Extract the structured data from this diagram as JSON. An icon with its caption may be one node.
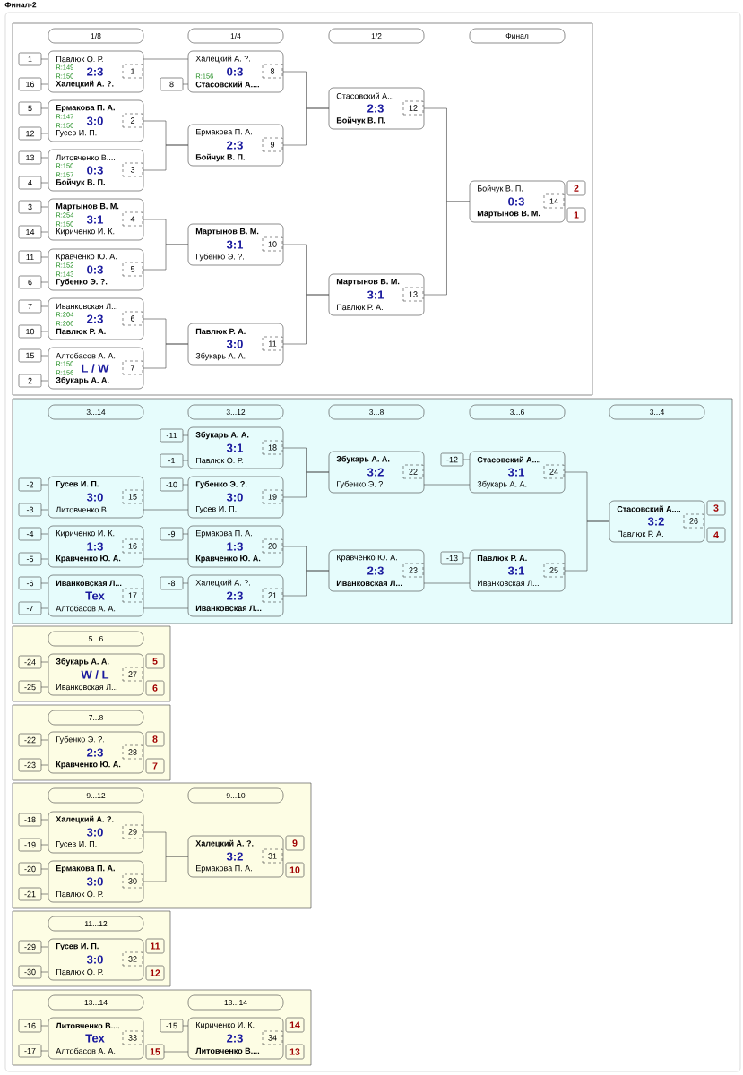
{
  "diagram": {
    "title": "Финал-2",
    "nodes": [
      {
        "text": [],
        "shape": "box"
      },
      {
        "text": [
          "1/8"
        ],
        "in": 0
      },
      {
        "text": [
          "1/4"
        ],
        "in": 0
      },
      {
        "text": [
          "1/2"
        ],
        "in": 0
      },
      {
        "text": [
          "Финал"
        ],
        "in": 0
      },
      {
        "text": [
          "1"
        ],
        "in": 0
      },
      {
        "text": [
          "16"
        ],
        "in": 0
      },
      {
        "text": [
          "Павлюк О. Р.",
          "R:149",
          "R:150",
          "2:3",
          "Халецкий А. ?."
        ],
        "in": 0
      },
      {
        "text": [
          "1"
        ],
        "in": 7
      },
      {
        "text": [
          "5"
        ],
        "in": 0
      },
      {
        "text": [
          "12"
        ],
        "in": 0
      },
      {
        "text": [
          "Ермакова П. А.",
          "R:147",
          "R:150",
          "3:0",
          "Гусев И. П."
        ],
        "in": 0
      },
      {
        "text": [
          "2"
        ],
        "in": 11
      },
      {
        "text": [
          "13"
        ],
        "in": 0
      },
      {
        "text": [
          "4"
        ],
        "in": 0
      },
      {
        "text": [
          "Литовченко В....",
          "R:150",
          "R:157",
          "0:3",
          "Бойчук В. П."
        ],
        "in": 0
      },
      {
        "text": [
          "3"
        ],
        "in": 15
      },
      {
        "text": [
          "3"
        ],
        "in": 0
      },
      {
        "text": [
          "14"
        ],
        "in": 0
      },
      {
        "text": [
          "Мартынов В. М.",
          "R:254",
          "R:150",
          "3:1",
          "Кириченко И. К."
        ],
        "in": 0
      },
      {
        "text": [
          "4"
        ],
        "in": 19
      },
      {
        "text": [
          "11"
        ],
        "in": 0
      },
      {
        "text": [
          "6"
        ],
        "in": 0
      },
      {
        "text": [
          "Кравченко Ю. А.",
          "R:152",
          "R:143",
          "0:3",
          "Губенко Э. ?."
        ],
        "in": 0
      },
      {
        "text": [
          "5"
        ],
        "in": 23
      },
      {
        "text": [
          "7"
        ],
        "in": 0
      },
      {
        "text": [
          "10"
        ],
        "in": 0
      },
      {
        "text": [
          "Иванковская Л...",
          "R:204",
          "R:206",
          "2:3",
          "Павлюк Р. А."
        ],
        "in": 0
      },
      {
        "text": [
          "6"
        ],
        "in": 27
      },
      {
        "text": [
          "15"
        ],
        "in": 0
      },
      {
        "text": [
          "2"
        ],
        "in": 0
      },
      {
        "text": [
          "Алтобасов А. А.",
          "R:150",
          "R:156",
          "L / W",
          "Збукарь А. А."
        ],
        "in": 0
      },
      {
        "text": [
          "7"
        ],
        "in": 31
      },
      {
        "text": [
          "8"
        ],
        "in": 0
      },
      {
        "text": [
          "Халецкий А. ?.",
          "R:156",
          "0:3",
          "Стасовский А...."
        ],
        "in": 0
      },
      {
        "text": [
          "8"
        ],
        "in": 34
      },
      {
        "text": [
          "Ермакова П. А.",
          "2:3",
          "Бойчук В. П."
        ],
        "in": 0
      },
      {
        "text": [
          "9"
        ],
        "in": 36
      },
      {
        "text": [
          "Мартынов В. М.",
          "3:1",
          "Губенко Э. ?."
        ],
        "in": 0
      },
      {
        "text": [
          "10"
        ],
        "in": 38
      },
      {
        "text": [
          "Павлюк Р. А.",
          "3:0",
          "Збукарь А. А."
        ],
        "in": 0
      },
      {
        "text": [
          "11"
        ],
        "in": 40
      },
      {
        "text": [
          "Стасовский А...",
          "2:3",
          "Бойчук В. П."
        ],
        "in": 0
      },
      {
        "text": [
          "12"
        ],
        "in": 42
      },
      {
        "text": [
          "Мартынов В. М.",
          "3:1",
          "Павлюк Р. А."
        ],
        "in": 0
      },
      {
        "text": [
          "13"
        ],
        "in": 44
      },
      {
        "text": [
          "Бойчук В. П.",
          "0:3",
          "Мартынов В. М."
        ],
        "in": 0
      },
      {
        "text": [
          "14"
        ],
        "in": 46
      },
      {
        "text": [
          "2"
        ],
        "in": 0
      },
      {
        "text": [
          "1"
        ],
        "in": 0
      },
      {
        "text": [],
        "shape": "box"
      },
      {
        "text": [
          "3...14"
        ],
        "in": 50
      },
      {
        "text": [
          "3...12"
        ],
        "in": 50
      },
      {
        "text": [
          "3...8"
        ],
        "in": 50
      },
      {
        "text": [
          "3...6"
        ],
        "in": 50
      },
      {
        "text": [
          "3...4"
        ],
        "in": 50
      },
      {
        "text": [
          "-2"
        ],
        "in": 50
      },
      {
        "text": [
          "-3"
        ],
        "in": 50
      },
      {
        "text": [
          "Гусев И. П.",
          "3:0",
          "Литовченко В...."
        ],
        "in": 50
      },
      {
        "text": [
          "15"
        ],
        "in": 58
      },
      {
        "text": [
          "-4"
        ],
        "in": 50
      },
      {
        "text": [
          "-5"
        ],
        "in": 50
      },
      {
        "text": [
          "Кириченко И. К.",
          "1:3",
          "Кравченко Ю. А."
        ],
        "in": 50
      },
      {
        "text": [
          "16"
        ],
        "in": 62
      },
      {
        "text": [
          "-6"
        ],
        "in": 50
      },
      {
        "text": [
          "-7"
        ],
        "in": 50
      },
      {
        "text": [
          "Иванковская Л...",
          "Тех",
          "Алтобасов А. А."
        ],
        "in": 50
      },
      {
        "text": [
          "17"
        ],
        "in": 66
      },
      {
        "text": [
          "-11"
        ],
        "in": 50
      },
      {
        "text": [
          "-1"
        ],
        "in": 50
      },
      {
        "text": [
          "Збукарь А. А.",
          "3:1",
          "Павлюк О. Р."
        ],
        "in": 50
      },
      {
        "text": [
          "18"
        ],
        "in": 70
      },
      {
        "text": [
          "-10"
        ],
        "in": 50
      },
      {
        "text": [
          "Губенко Э. ?.",
          "3:0",
          "Гусев И. П."
        ],
        "in": 50
      },
      {
        "text": [
          "19"
        ],
        "in": 73
      },
      {
        "text": [
          "-9"
        ],
        "in": 50
      },
      {
        "text": [
          "Ермакова П. А.",
          "1:3",
          "Кравченко Ю. А."
        ],
        "in": 50
      },
      {
        "text": [
          "20"
        ],
        "in": 76
      },
      {
        "text": [
          "-8"
        ],
        "in": 50
      },
      {
        "text": [
          "Халецкий А. ?.",
          "2:3",
          "Иванковская Л..."
        ],
        "in": 50
      },
      {
        "text": [
          "21"
        ],
        "in": 79
      },
      {
        "text": [
          "Збукарь А. А.",
          "3:2",
          "Губенко Э. ?."
        ],
        "in": 50
      },
      {
        "text": [
          "22"
        ],
        "in": 81
      },
      {
        "text": [
          "Кравченко Ю. А.",
          "2:3",
          "Иванковская Л..."
        ],
        "in": 50
      },
      {
        "text": [
          "23"
        ],
        "in": 83
      },
      {
        "text": [
          "-12"
        ],
        "in": 50
      },
      {
        "text": [
          "Стасовский А....",
          "3:1",
          "Збукарь А. А."
        ],
        "in": 50
      },
      {
        "text": [
          "24"
        ],
        "in": 86
      },
      {
        "text": [
          "-13"
        ],
        "in": 50
      },
      {
        "text": [
          "Павлюк Р. А.",
          "3:1",
          "Иванковская Л..."
        ],
        "in": 50
      },
      {
        "text": [
          "25"
        ],
        "in": 89
      },
      {
        "text": [
          "Стасовский А....",
          "3:2",
          "Павлюк Р. А."
        ],
        "in": 50
      },
      {
        "text": [
          "26"
        ],
        "in": 91
      },
      {
        "text": [
          "3"
        ],
        "in": 50
      },
      {
        "text": [
          "4"
        ],
        "in": 50
      },
      {
        "text": [],
        "shape": "box"
      },
      {
        "text": [
          "5...6"
        ],
        "in": 95
      },
      {
        "text": [
          "-24"
        ],
        "in": 95
      },
      {
        "text": [
          "-25"
        ],
        "in": 95
      },
      {
        "text": [
          "Збукарь А. А.",
          "W / L",
          "Иванковская Л..."
        ],
        "in": 95
      },
      {
        "text": [
          "27"
        ],
        "in": 99
      },
      {
        "text": [
          "5"
        ],
        "in": 95
      },
      {
        "text": [
          "6"
        ],
        "in": 95
      },
      {
        "text": [],
        "shape": "box"
      },
      {
        "text": [
          "7...8"
        ],
        "in": 103
      },
      {
        "text": [
          "-22"
        ],
        "in": 103
      },
      {
        "text": [
          "-23"
        ],
        "in": 103
      },
      {
        "text": [
          "Губенко Э. ?.",
          "2:3",
          "Кравченко Ю. А."
        ],
        "in": 103
      },
      {
        "text": [
          "28"
        ],
        "in": 107
      },
      {
        "text": [
          "8"
        ],
        "in": 103
      },
      {
        "text": [
          "7"
        ],
        "in": 103
      },
      {
        "text": [],
        "shape": "box"
      },
      {
        "text": [
          "9...12"
        ],
        "in": 111
      },
      {
        "text": [
          "9...10"
        ],
        "in": 111
      },
      {
        "text": [
          "-18"
        ],
        "in": 111
      },
      {
        "text": [
          "-19"
        ],
        "in": 111
      },
      {
        "text": [
          "Халецкий А. ?.",
          "3:0",
          "Гусев И. П."
        ],
        "in": 111
      },
      {
        "text": [
          "29"
        ],
        "in": 116
      },
      {
        "text": [
          "-20"
        ],
        "in": 111
      },
      {
        "text": [
          "-21"
        ],
        "in": 111
      },
      {
        "text": [
          "Ермакова П. А.",
          "3:0",
          "Павлюк О. Р."
        ],
        "in": 111
      },
      {
        "text": [
          "30"
        ],
        "in": 120
      },
      {
        "text": [
          "Халецкий А. ?.",
          "3:2",
          "Ермакова П. А."
        ],
        "in": 111
      },
      {
        "text": [
          "31"
        ],
        "in": 122
      },
      {
        "text": [
          "9"
        ],
        "in": 111
      },
      {
        "text": [
          "10"
        ],
        "in": 111
      },
      {
        "text": [],
        "shape": "box"
      },
      {
        "text": [
          "11...12"
        ],
        "in": 126
      },
      {
        "text": [
          "-29"
        ],
        "in": 126
      },
      {
        "text": [
          "-30"
        ],
        "in": 126
      },
      {
        "text": [
          "Гусев И. П.",
          "3:0",
          "Павлюк О. Р."
        ],
        "in": 126
      },
      {
        "text": [
          "32"
        ],
        "in": 130
      },
      {
        "text": [
          "11"
        ],
        "in": 126
      },
      {
        "text": [
          "12"
        ],
        "in": 126
      },
      {
        "text": [],
        "shape": "box"
      },
      {
        "text": [
          "13...14"
        ],
        "in": 134
      },
      {
        "text": [
          "13...14"
        ],
        "in": 134
      },
      {
        "text": [
          "-16"
        ],
        "in": 134
      },
      {
        "text": [
          "-17"
        ],
        "in": 134
      },
      {
        "text": [
          "Литовченко В....",
          "Тех",
          "Алтобасов А. А."
        ],
        "in": 134
      },
      {
        "text": [
          "33"
        ],
        "in": 139
      },
      {
        "text": [
          "15"
        ],
        "in": 134
      },
      {
        "text": [
          "-15"
        ],
        "in": 134
      },
      {
        "text": [
          "Кириченко И. К.",
          "2:3",
          "Литовченко В...."
        ],
        "in": 134
      },
      {
        "text": [
          "34"
        ],
        "in": 143
      },
      {
        "text": [
          "14"
        ],
        "in": 134
      },
      {
        "text": [
          "13"
        ],
        "in": 134
      }
    ],
    "edges": [
      {
        "from": 5,
        "to": 7,
        "arrow": "none"
      },
      {
        "from": 6,
        "to": 7,
        "arrow": "none"
      },
      {
        "from": 9,
        "to": 11,
        "arrow": "none"
      },
      {
        "from": 10,
        "to": 11,
        "arrow": "none"
      },
      {
        "from": 13,
        "to": 15,
        "arrow": "none"
      },
      {
        "from": 14,
        "to": 15,
        "arrow": "none"
      },
      {
        "from": 17,
        "to": 19,
        "arrow": "none"
      },
      {
        "from": 18,
        "to": 19,
        "arrow": "none"
      },
      {
        "from": 21,
        "to": 23,
        "arrow": "none"
      },
      {
        "from": 22,
        "to": 23,
        "arrow": "none"
      },
      {
        "from": 25,
        "to": 27,
        "arrow": "none"
      },
      {
        "from": 26,
        "to": 27,
        "arrow": "none"
      },
      {
        "from": 29,
        "to": 31,
        "arrow": "none"
      },
      {
        "from": 30,
        "to": 31,
        "arrow": "none"
      },
      {
        "from": 33,
        "to": 34,
        "arrow": "none"
      },
      {
        "from": 7,
        "to": 34,
        "arrow": "none"
      },
      {
        "from": 11,
        "to": 36,
        "arrow": "none"
      },
      {
        "from": 15,
        "to": 36,
        "arrow": "none"
      },
      {
        "from": 19,
        "to": 38,
        "arrow": "none"
      },
      {
        "from": 23,
        "to": 38,
        "arrow": "none"
      },
      {
        "from": 27,
        "to": 40,
        "arrow": "none"
      },
      {
        "from": 31,
        "to": 40,
        "arrow": "none"
      },
      {
        "from": 34,
        "to": 42,
        "arrow": "none"
      },
      {
        "from": 36,
        "to": 42,
        "arrow": "none"
      },
      {
        "from": 38,
        "to": 44,
        "arrow": "none"
      },
      {
        "from": 40,
        "to": 44,
        "arrow": "none"
      },
      {
        "from": 42,
        "to": 46,
        "arrow": "none"
      },
      {
        "from": 44,
        "to": 46,
        "arrow": "none"
      },
      {
        "from": 56,
        "to": 58,
        "arrow": "none"
      },
      {
        "from": 57,
        "to": 58,
        "arrow": "none"
      },
      {
        "from": 60,
        "to": 62,
        "arrow": "none"
      },
      {
        "from": 61,
        "to": 62,
        "arrow": "none"
      },
      {
        "from": 64,
        "to": 66,
        "arrow": "none"
      },
      {
        "from": 65,
        "to": 66,
        "arrow": "none"
      },
      {
        "from": 68,
        "to": 70,
        "arrow": "none"
      },
      {
        "from": 69,
        "to": 70,
        "arrow": "none"
      },
      {
        "from": 72,
        "to": 73,
        "arrow": "none"
      },
      {
        "from": 75,
        "to": 76,
        "arrow": "none"
      },
      {
        "from": 78,
        "to": 79,
        "arrow": "none"
      },
      {
        "from": 85,
        "to": 86,
        "arrow": "none"
      },
      {
        "from": 88,
        "to": 89,
        "arrow": "none"
      },
      {
        "from": 58,
        "to": 73,
        "arrow": "none"
      },
      {
        "from": 62,
        "to": 76,
        "arrow": "none"
      },
      {
        "from": 66,
        "to": 79,
        "arrow": "none"
      },
      {
        "from": 70,
        "to": 81,
        "arrow": "none"
      },
      {
        "from": 73,
        "to": 81,
        "arrow": "none"
      },
      {
        "from": 76,
        "to": 83,
        "arrow": "none"
      },
      {
        "from": 79,
        "to": 83,
        "arrow": "none"
      },
      {
        "from": 81,
        "to": 86,
        "arrow": "none"
      },
      {
        "from": 83,
        "to": 89,
        "arrow": "none"
      },
      {
        "from": 86,
        "to": 91,
        "arrow": "none"
      },
      {
        "from": 89,
        "to": 91,
        "arrow": "none"
      },
      {
        "from": 97,
        "to": 99,
        "arrow": "none"
      },
      {
        "from": 98,
        "to": 99,
        "arrow": "none"
      },
      {
        "from": 105,
        "to": 107,
        "arrow": "none"
      },
      {
        "from": 106,
        "to": 107,
        "arrow": "none"
      },
      {
        "from": 114,
        "to": 116,
        "arrow": "none"
      },
      {
        "from": 115,
        "to": 116,
        "arrow": "none"
      },
      {
        "from": 118,
        "to": 120,
        "arrow": "none"
      },
      {
        "from": 119,
        "to": 120,
        "arrow": "none"
      },
      {
        "from": 116,
        "to": 122,
        "arrow": "none"
      },
      {
        "from": 120,
        "to": 122,
        "arrow": "none"
      },
      {
        "from": 128,
        "to": 130,
        "arrow": "none"
      },
      {
        "from": 129,
        "to": 130,
        "arrow": "none"
      },
      {
        "from": 137,
        "to": 139,
        "arrow": "none"
      },
      {
        "from": 138,
        "to": 139,
        "arrow": "none"
      },
      {
        "from": 142,
        "to": 143,
        "arrow": "none"
      },
      {
        "from": 141,
        "to": 143,
        "arrow": "none"
      }
    ]
  }
}
